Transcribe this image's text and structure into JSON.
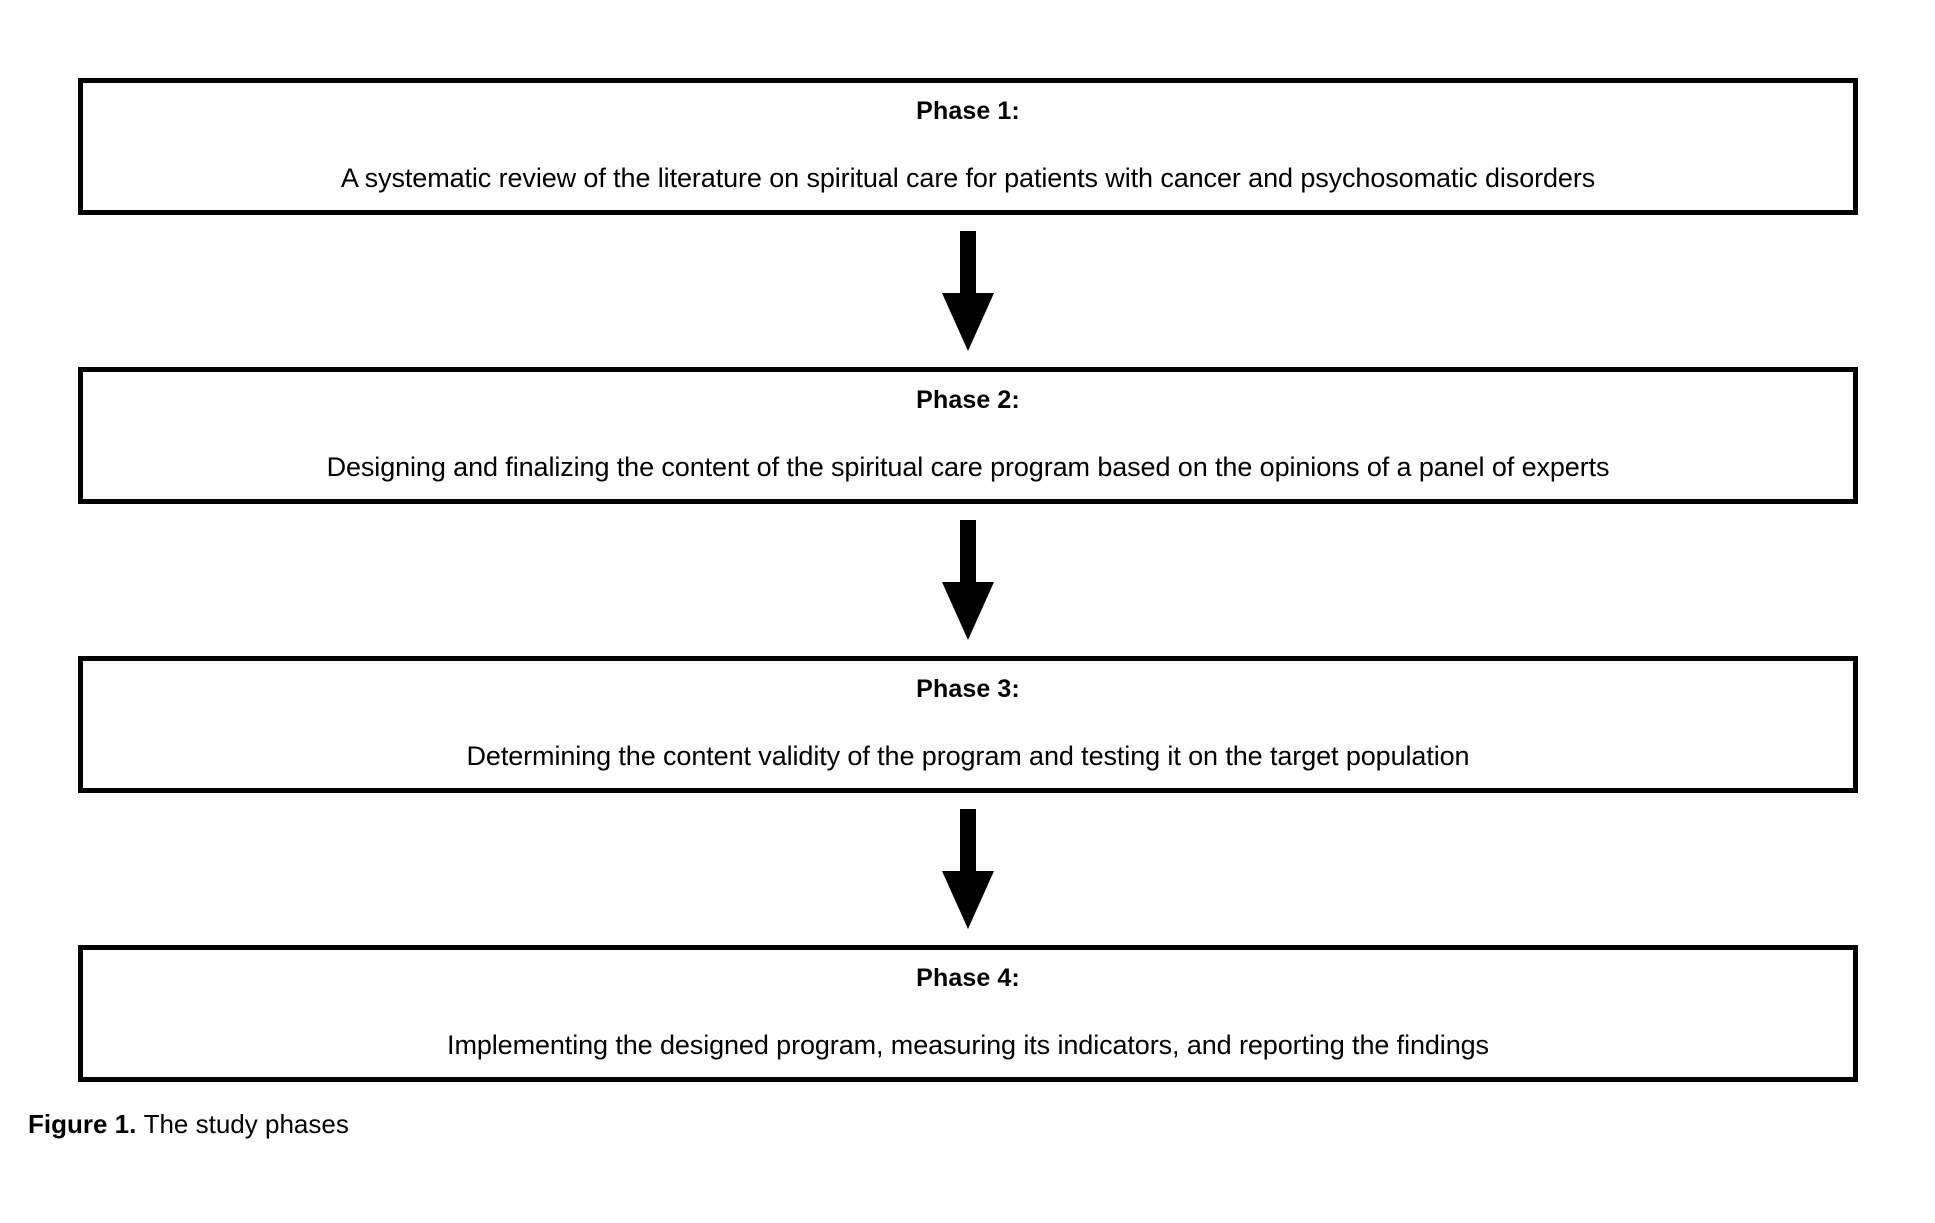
{
  "figure": {
    "caption_label": "Figure 1.",
    "caption_text": "The study phases",
    "colors": {
      "border": "#000000",
      "background": "#ffffff",
      "text": "#000000",
      "arrow": "#000000"
    }
  },
  "flow": {
    "arrow_icon_name": "down-arrow-icon",
    "steps": [
      {
        "title": "Phase 1:",
        "description": "A systematic review of the literature on spiritual care for patients with cancer and psychosomatic disorders"
      },
      {
        "title": "Phase 2:",
        "description": "Designing and finalizing the content of the spiritual care program based on the opinions of a panel of experts"
      },
      {
        "title": "Phase 3:",
        "description": "Determining the content validity of the program and testing it on the target population"
      },
      {
        "title": "Phase 4:",
        "description": "Implementing the designed program, measuring its indicators, and reporting the findings"
      }
    ]
  }
}
